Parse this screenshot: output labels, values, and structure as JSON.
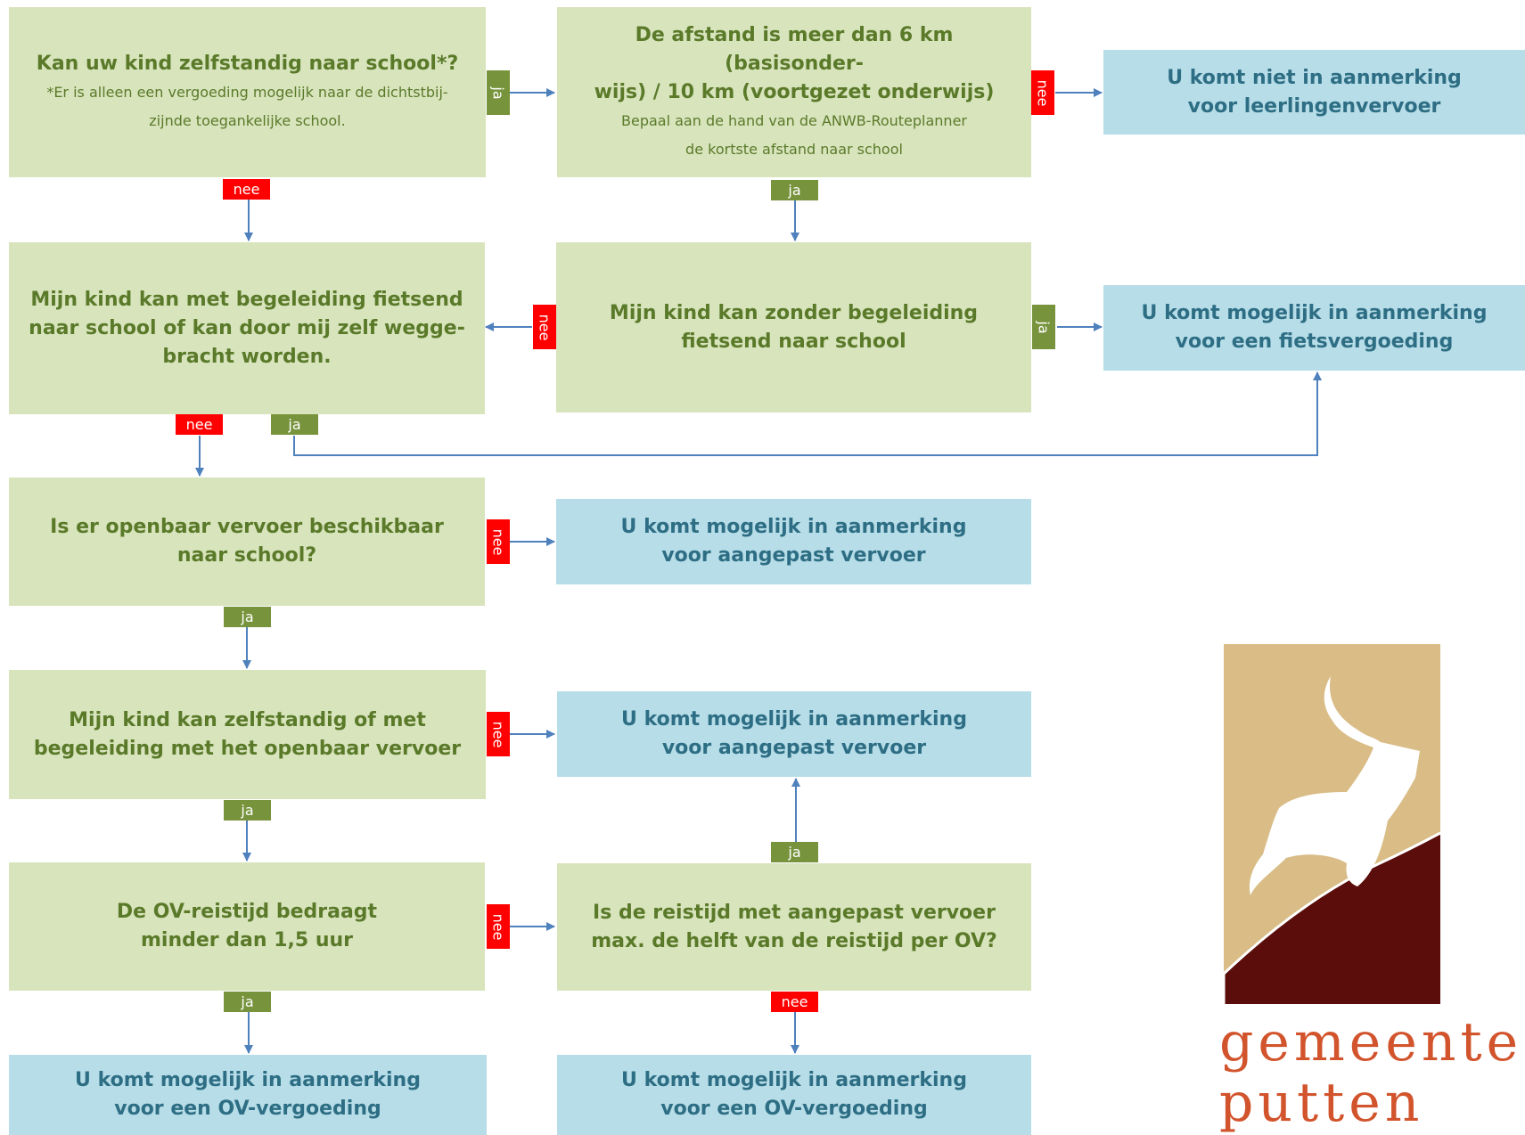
{
  "boxes": {
    "q1": {
      "lines": [
        "Kan uw kind zelfstandig naar school*?"
      ],
      "sub": [
        "*Er is alleen een vergoeding mogelijk naar de dichtstbij-",
        "zijnde toegankelijke school."
      ]
    },
    "q2": {
      "lines": [
        "De afstand is meer dan 6 km (basisonder-",
        "wijs) / 10 km (voortgezet onderwijs)"
      ],
      "sub": [
        "Bepaal aan de hand van de ANWB-Routeplanner",
        "de kortste afstand naar school"
      ]
    },
    "r1": {
      "lines": [
        "U komt niet in aanmerking",
        "voor leerlingenvervoer"
      ]
    },
    "q3": {
      "lines": [
        "Mijn kind kan met begeleiding fietsend",
        "naar school of kan door mij zelf wegge-",
        "bracht worden."
      ]
    },
    "q4": {
      "lines": [
        "Mijn kind kan zonder begeleiding",
        "fietsend naar school"
      ]
    },
    "r2": {
      "lines": [
        "U komt mogelijk in aanmerking",
        "voor een fietsvergoeding"
      ]
    },
    "q5": {
      "lines": [
        "Is er openbaar vervoer beschikbaar",
        "naar school?"
      ]
    },
    "r3": {
      "lines": [
        "U komt mogelijk in aanmerking",
        "voor aangepast vervoer"
      ]
    },
    "q6": {
      "lines": [
        "Mijn kind kan zelfstandig of met",
        "begeleiding met het openbaar vervoer"
      ]
    },
    "r4": {
      "lines": [
        "U komt mogelijk in aanmerking",
        "voor aangepast vervoer"
      ]
    },
    "q7": {
      "lines": [
        "De OV-reistijd bedraagt",
        "minder dan 1,5 uur"
      ]
    },
    "q8": {
      "lines": [
        "Is de reistijd met aangepast vervoer",
        "max. de helft van de reistijd per OV?"
      ]
    },
    "r5": {
      "lines": [
        "U komt mogelijk in aanmerking",
        "voor een OV-vergoeding"
      ]
    },
    "r6": {
      "lines": [
        "U komt mogelijk in aanmerking",
        "voor een OV-vergoeding"
      ]
    }
  },
  "labels": {
    "yes": "ja",
    "no": "nee"
  },
  "logo": {
    "line1": "gemeente",
    "line2": "putten"
  },
  "colors": {
    "question_fill": "#d8e4bc",
    "result_fill": "#b6dde8",
    "yes_tag": "#77933c",
    "no_tag": "#ff0000",
    "arrow": "#4f81bd"
  }
}
